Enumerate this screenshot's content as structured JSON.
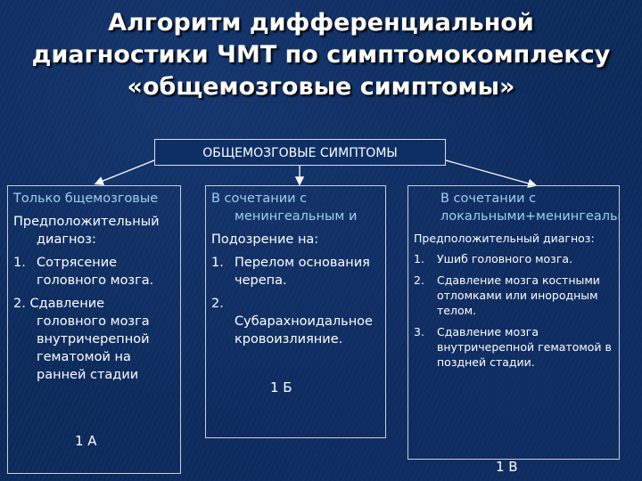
{
  "title": "Алгоритм дифференциальной диагностики ЧМТ по симптомокомплексу «общемозговые симптомы»",
  "top_box": "ОБЩЕМОЗГОВЫЕ СИМПТОМЫ",
  "left": {
    "head": "Только бщемозговые",
    "label": "Предположительный диагноз:",
    "items": [
      {
        "num": "1.",
        "text": "Сотрясение головного мозга."
      },
      {
        "num": "2.",
        "text": "Сдавление головного мозга внутричерепной гематомой на ранней стадии"
      }
    ],
    "overlay": "1 А"
  },
  "middle": {
    "head": "В сочетании с менингеальным и",
    "label": "Подозрение на:",
    "items": [
      {
        "num": "1.",
        "text": "Перелом основания черепа."
      },
      {
        "num": "2.",
        "text": "Субарахноидальное кровоизлияние."
      }
    ],
    "overlay": "1 Б"
  },
  "right": {
    "head": "В сочетании с локальными+менингеальными",
    "label": "Предположительный диагноз:",
    "items": [
      {
        "num": "1.",
        "text": "Ушиб головного мозга."
      },
      {
        "num": "2.",
        "text": "Сдавление мозга костными отломками или инородным телом."
      },
      {
        "num": "3.",
        "text": "Сдавление мозга внутричерепной гематомой в поздней стадии."
      }
    ],
    "overlay": "1 В"
  },
  "colors": {
    "background": "#0b2a5c",
    "header_text": "#9fd0f0",
    "border": "#c9cfdc"
  }
}
